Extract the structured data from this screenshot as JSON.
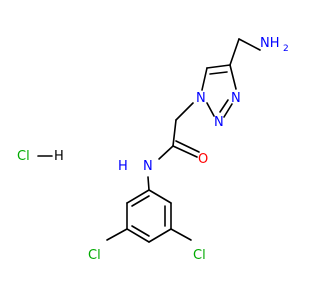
{
  "molecule": {
    "atoms": {
      "amine_n": "NH",
      "amine_h_sub": "2",
      "triazole_n1": "N",
      "triazole_n2": "N",
      "triazole_n3": "N",
      "amide_n": "N",
      "amide_h": "H",
      "carbonyl_o": "O",
      "cl_left": "Cl",
      "cl_right": "Cl"
    },
    "salt": {
      "cl": "Cl",
      "h": "H"
    }
  },
  "colors": {
    "bond": "#000000",
    "nitrogen": "#0000ff",
    "oxygen": "#ff0000",
    "chlorine": "#00aa00"
  }
}
